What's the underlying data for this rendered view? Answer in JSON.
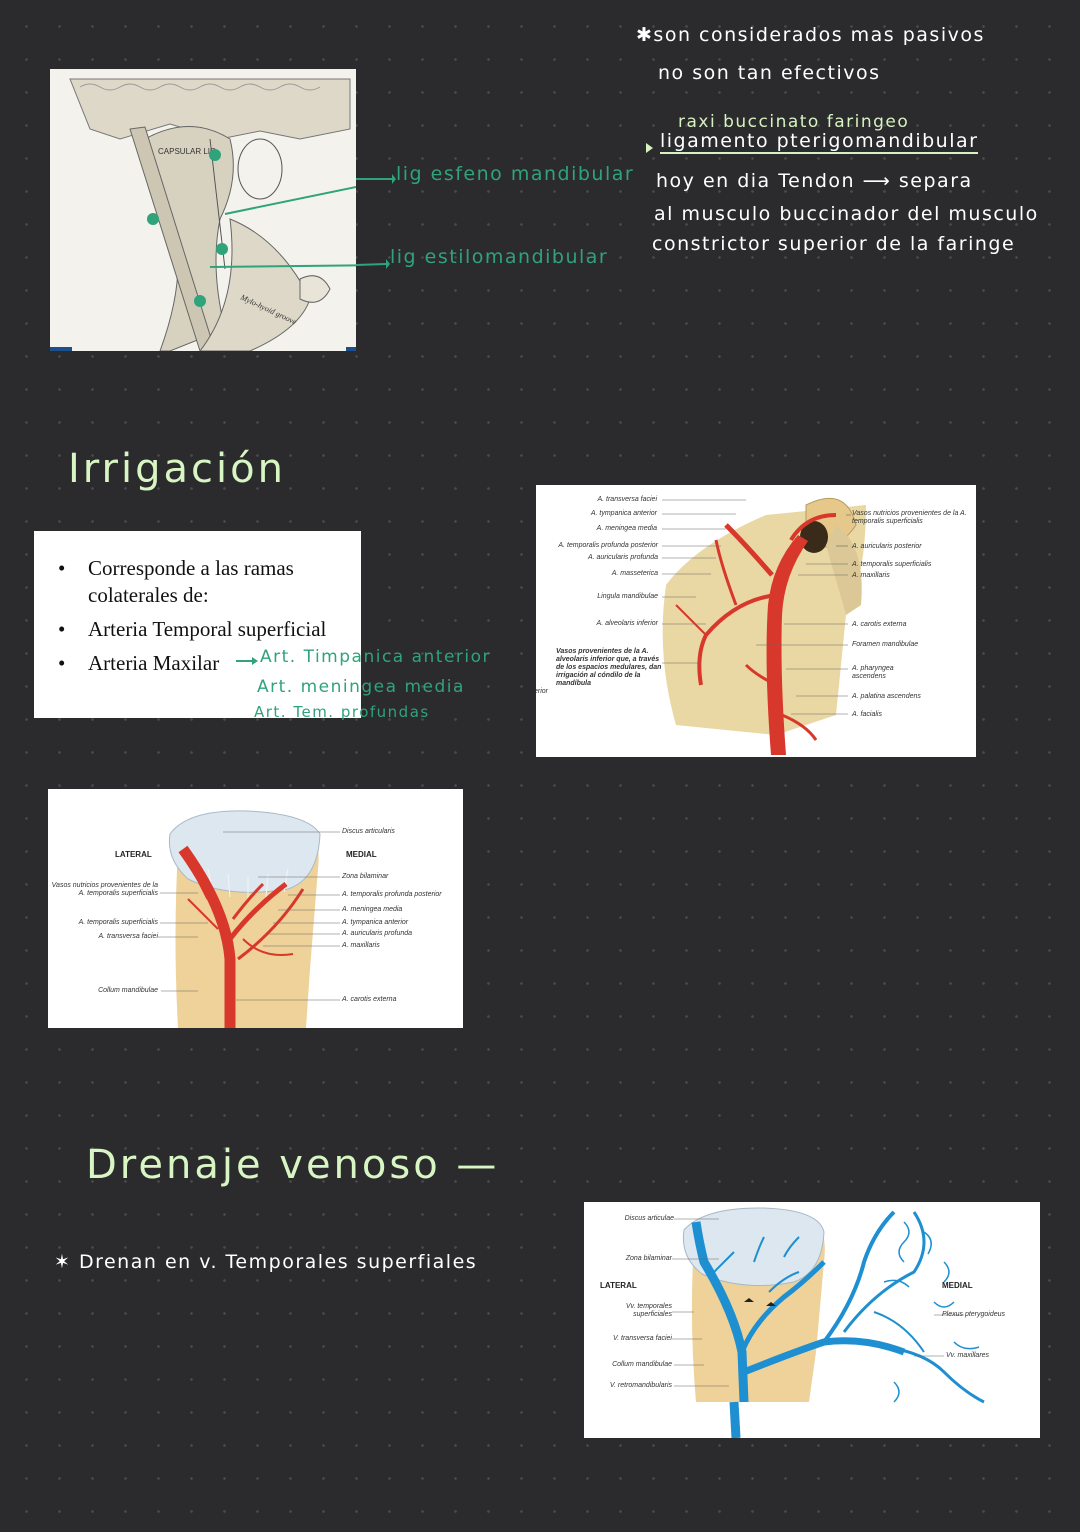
{
  "top_notes": {
    "line1": "✱son considerados mas pasivos",
    "line2": "no son tan efectivos",
    "pterygo_pre": "raxi buccinato faringeo",
    "pterygo_title": "ligamento pterigomandibular",
    "pterygo_l1": "hoy en dia Tendon ⟶ separa",
    "pterygo_l2": "al musculo buccinador del musculo",
    "pterygo_l3": "constrictor superior de la faringe"
  },
  "ligaments": {
    "label1": "lig esfeno mandibular",
    "label2": "lig estilomandibular",
    "capsule_text": "CAPSULAR LIG.",
    "groove_text": "Mylo-hyoid groove"
  },
  "irrigacion": {
    "heading": "Irrigación",
    "bullets": [
      "Corresponde a las ramas colaterales de:",
      "Arteria Temporal superficial",
      "Arteria Maxilar"
    ],
    "notes": [
      "Art. Timpanica anterior",
      "Art. meningea media",
      "Art. Tem. profundas"
    ]
  },
  "artery_figure1": {
    "left_labels": [
      "A. transversa faciei",
      "A. tympanica anterior",
      "A. meningea media",
      "A. temporalis profunda posterior",
      "A. auricularis profunda",
      "A. masseterica",
      "Lingula mandibulae",
      "A. alveolaris inferior",
      "Vasos provenientes de la A. alveolaris inferior que, a través de los espacios medulares, dan irrigación al cóndilo de la mandíbula"
    ],
    "right_labels": [
      "Vasos nutricios provenientes de la A. temporalis superficialis",
      "A. auricularis posterior",
      "A. temporalis superficialis",
      "A. maxillaris",
      "A. carotis externa",
      "Foramen mandibulae",
      "A. pharyngea ascendens",
      "A. palatina ascendens",
      "A. facialis"
    ],
    "edge_text": "erior"
  },
  "artery_figure2": {
    "lateral": "LATERAL",
    "medial": "MEDIAL",
    "left_labels": [
      "Vasos nutricios provenientes de la A. temporalis superficialis",
      "A. temporalis superficialis",
      "A. transversa faciei",
      "Collum mandibulae"
    ],
    "right_labels": [
      "Discus articularis",
      "Zona bilaminar",
      "A. temporalis profunda posterior",
      "A. meningea media",
      "A. tympanica anterior",
      "A. auricularis profunda",
      "A. maxillaris",
      "A. carotis externa"
    ]
  },
  "drenaje": {
    "heading": "Drenaje venoso —",
    "note": "✶ Drenan en v. Temporales superfiales"
  },
  "vein_figure": {
    "lateral": "LATERAL",
    "medial": "MEDIAL",
    "left_labels": [
      "Discus articulae",
      "Zona bilaminar",
      "Vv. temporales superficiales",
      "V. transversa faciei",
      "Collum mandibulae",
      "V. retromandibularis"
    ],
    "right_labels": [
      "Plexus pterygoideus",
      "Vv. maxillares"
    ]
  },
  "colors": {
    "artery": "#d8382b",
    "vein": "#1e8fd0",
    "accent_green": "#2fa37a",
    "highlight_green": "#d6f2c0"
  }
}
